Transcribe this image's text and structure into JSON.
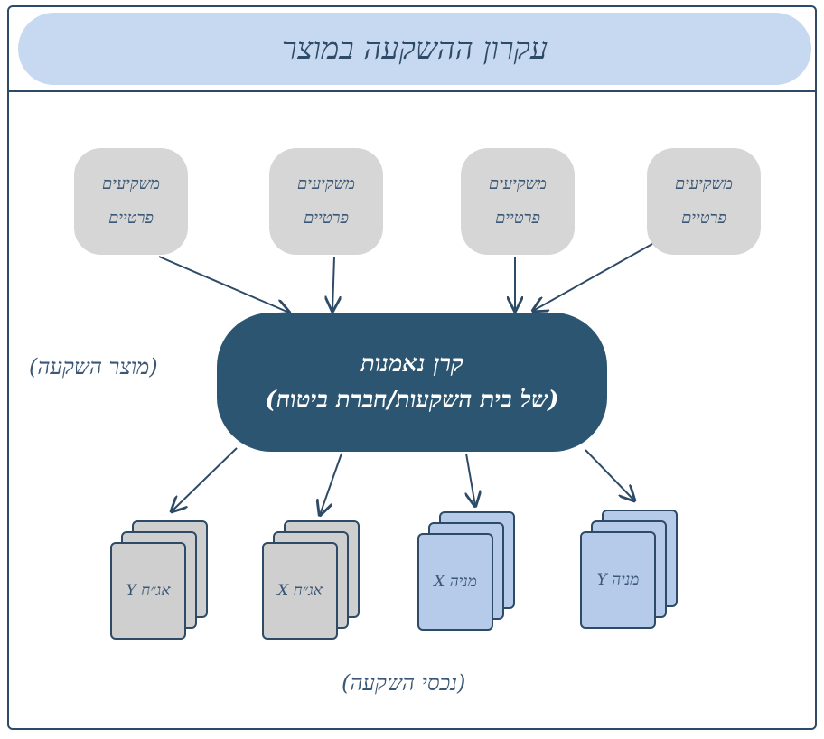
{
  "title": "עקרון ההשקעה במוצר",
  "investors": [
    {
      "label": "משקיעים\nפרטיים"
    },
    {
      "label": "משקיעים\nפרטיים"
    },
    {
      "label": "משקיעים\nפרטיים"
    },
    {
      "label": "משקיעים\nפרטיים"
    }
  ],
  "fund": {
    "label": "קרן נאמנות\n(של בית השקעות/חברת ביטוח)"
  },
  "product_note": "(מוצר השקעה)",
  "assets": [
    {
      "label": "אג״ח Y",
      "color": "#cfcfcf"
    },
    {
      "label": "אג״ח X",
      "color": "#cfcfcf"
    },
    {
      "label": "מניה X",
      "color": "#b6cbe9"
    },
    {
      "label": "מניה Y",
      "color": "#b6cbe9"
    }
  ],
  "assets_note": "(נכסי השקעה)",
  "colors": {
    "frame": "#2d4a66",
    "header": "#c6d9f1",
    "fund": "#2b5570",
    "investor": "#d6d6d6"
  }
}
